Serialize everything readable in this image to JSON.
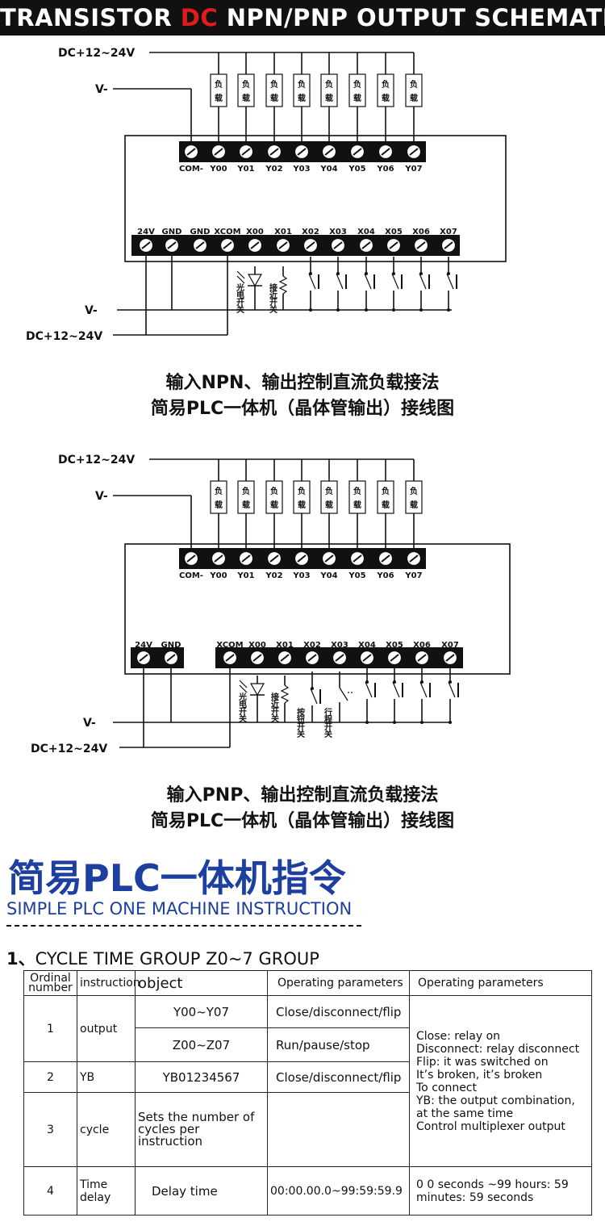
{
  "banner": {
    "pre": "TRANSISTOR ",
    "dc": "DC",
    "post": " NPN/PNP OUTPUT SCHEMATIC"
  },
  "common": {
    "dc_supply": "DC+12~24V",
    "v_minus": "V-",
    "load": [
      "负",
      "载"
    ],
    "output_terminals": [
      "COM-",
      "Y00",
      "Y01",
      "Y02",
      "Y03",
      "Y04",
      "Y05",
      "Y06",
      "Y07"
    ]
  },
  "npn": {
    "input_terminals": [
      "24V",
      "GND",
      "GND",
      "XCOM",
      "X00",
      "X01",
      "X02",
      "X03",
      "X04",
      "X05",
      "X06",
      "X07"
    ],
    "sensor_photo": [
      "光",
      "电",
      "开",
      "关"
    ],
    "sensor_prox": [
      "接",
      "近",
      "开",
      "关"
    ],
    "caption_line1": "输入NPN、输出控制直流负载接法",
    "caption_line2": "简易PLC一体机（晶体管输出）接线图"
  },
  "pnp": {
    "input_terminals_a": [
      "24V",
      "GND"
    ],
    "input_terminals_b": [
      "XCOM",
      "X00",
      "X01",
      "X02",
      "X03",
      "X04",
      "X05",
      "X06",
      "X07"
    ],
    "sensor_photo": [
      "光",
      "电",
      "开",
      "关"
    ],
    "sensor_prox": [
      "接",
      "近",
      "开",
      "关"
    ],
    "sensor_button": [
      "按",
      "钮",
      "开",
      "关"
    ],
    "sensor_limit": [
      "行",
      "程",
      "开",
      "关"
    ],
    "caption_line1": "输入PNP、输出控制直流负载接法",
    "caption_line2": "简易PLC一体机（晶体管输出）接线图"
  },
  "section": {
    "title_cn": "简易PLC一体机指令",
    "title_en": "SIMPLE PLC ONE MACHINE INSTRUCTION",
    "group_num": "1、",
    "group_title": "CYCLE TIME GROUP Z0~7 GROUP"
  },
  "table": {
    "headers": [
      "Ordinal number",
      "instruction",
      "object",
      "Operating parameters",
      "Operating parameters"
    ],
    "rows": [
      {
        "num": "1",
        "instr": "output",
        "object": "Y00~Y07",
        "param": "Close/disconnect/flip"
      },
      {
        "object": "Z00~Z07",
        "param": "Run/pause/stop"
      },
      {
        "num": "2",
        "instr": "YB",
        "object": "YB01234567",
        "param": "Close/disconnect/flip"
      },
      {
        "num": "3",
        "instr": "cycle",
        "object": "Sets the number of cycles per instruction",
        "param": ""
      },
      {
        "num": "4",
        "instr": "Time delay",
        "object": "Delay time",
        "param": "00:00.00.0~99:59:59.9",
        "desc": "0 0 seconds ~99 hours: 59 minutes: 59 seconds"
      }
    ],
    "desc_merged": [
      "Close: relay on",
      "Disconnect: relay disconnect",
      "Flip: it was switched on",
      "It’s broken, it’s broken",
      "To connect",
      "YB: the output combination,",
      "at the same time",
      "Control multiplexer output"
    ]
  }
}
